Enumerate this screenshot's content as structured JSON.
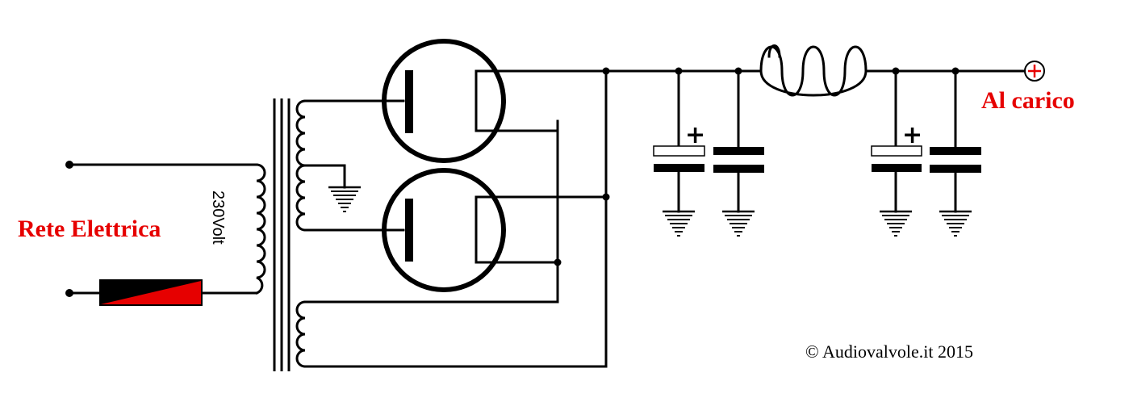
{
  "labels": {
    "mains": "Rete Elettrica",
    "voltage": "230Volt",
    "load": "Al carico",
    "copyright": "© Audiovalvole.it 2015",
    "cap_polarity": "+"
  },
  "colors": {
    "label_red": "#e60000",
    "wire": "#000000",
    "fuse_red": "#e60000",
    "fuse_black": "#000000",
    "terminal_red": "#e60000"
  },
  "icons": {
    "ground": "ground-icon",
    "fuse": "fuse-icon",
    "terminal": "positive-terminal-icon"
  }
}
